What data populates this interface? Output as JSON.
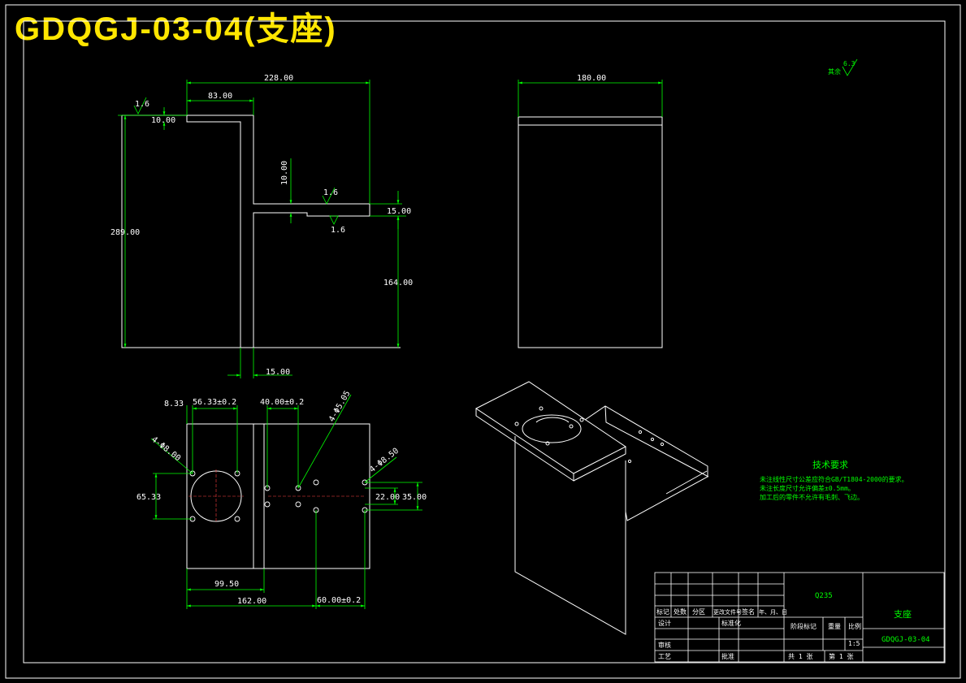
{
  "title": "GDQGJ-03-04(支座)",
  "colors": {
    "background": "#000000",
    "geometry": "#ffffff",
    "dimension": "#00ff00",
    "title": "#ffe600",
    "centerline": "#ff0000",
    "frame": "#ffffff"
  },
  "front_view": {
    "dims": {
      "width_total": "228.00",
      "top_left": "83.00",
      "plate_thk": "10.00",
      "height_total": "289.00",
      "mid_thk": "10.00",
      "step": "15.00",
      "lower_height": "164.00",
      "wall_thk": "15.00"
    },
    "roughness": [
      "1.6",
      "1.6",
      "1.6"
    ]
  },
  "side_view": {
    "dims": {
      "width": "180.00"
    }
  },
  "roughness_general": {
    "label": "其余",
    "value": "6.3"
  },
  "bottom_view": {
    "dims": {
      "d1": "8.33",
      "d2": "56.33±0.2",
      "d3": "40.00±0.2",
      "d4": "4-Φ5.05",
      "d5": "4-Φ8.00",
      "d6": "4-Φ8.50",
      "d7": "65.33",
      "d8": "22.00",
      "d9": "35.00",
      "d10": "99.50",
      "d11": "162.00",
      "d12": "60.00±0.2"
    }
  },
  "tech_requirements": {
    "heading": "技术要求",
    "lines": [
      "未注线性尺寸公差应符合GB/T1804-2000的要求。",
      "未注长度尺寸允许偏差±0.5mm。",
      "加工后的零件不允许有毛刺、飞边。"
    ]
  },
  "title_block": {
    "material": "Q235",
    "part_name": "支座",
    "drawing_no": "GDQGJ-03-04",
    "headers": [
      "标记",
      "处数",
      "分区",
      "更改文件号",
      "签名",
      "年、月、日"
    ],
    "row_labels": [
      "设计",
      "标准化",
      "审核",
      "工艺",
      "批准"
    ],
    "stage_labels": [
      "阶段标记",
      "重量",
      "比例"
    ],
    "scale": "1:5",
    "sheet_total": "共 1 张",
    "sheet_no": "第 1 张"
  }
}
